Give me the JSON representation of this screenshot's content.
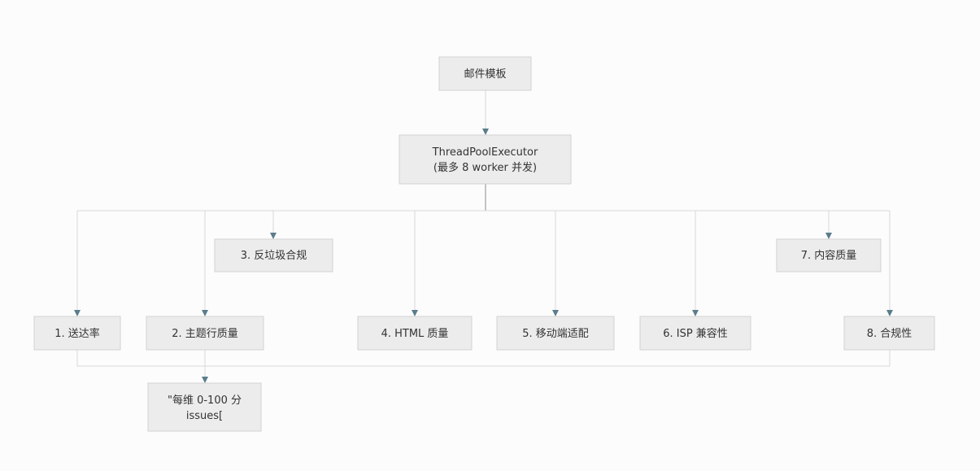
{
  "colors": {
    "background": "#fcfcfc",
    "node_fill": "#ececec",
    "node_border": "#d2d2d2",
    "edge": "#d8d8d8",
    "edge_dark": "#8a8a8a",
    "arrowhead": "#5a7d8c",
    "text": "#333333"
  },
  "nodes": {
    "template": {
      "lines": [
        "邮件模板"
      ]
    },
    "executor": {
      "lines": [
        "ThreadPoolExecutor",
        "(最多 8 worker 并发)"
      ]
    },
    "deliverability": {
      "lines": [
        "1. 送达率"
      ]
    },
    "subject_quality": {
      "lines": [
        "2. 主题行质量"
      ]
    },
    "antispam": {
      "lines": [
        "3. 反垃圾合规"
      ]
    },
    "html_quality": {
      "lines": [
        "4. HTML 质量"
      ]
    },
    "mobile": {
      "lines": [
        "5. 移动端适配"
      ]
    },
    "isp": {
      "lines": [
        "6. ISP 兼容性"
      ]
    },
    "content_quality": {
      "lines": [
        "7. 内容质量"
      ]
    },
    "compliance": {
      "lines": [
        "8. 合规性"
      ]
    },
    "result": {
      "lines": [
        "\"每维 0-100 分",
        "issues["
      ]
    }
  }
}
